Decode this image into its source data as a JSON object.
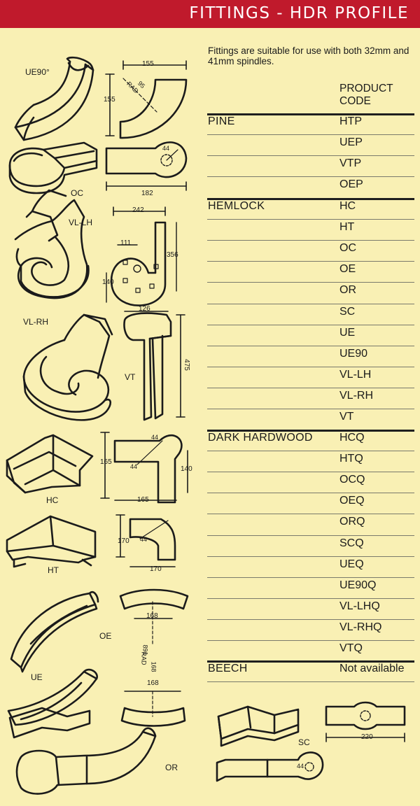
{
  "header": {
    "title": "FITTINGS - HDR PROFILE"
  },
  "intro": "Fittings are suitable for use with both 32mm and 41mm spindles.",
  "table": {
    "column_header_line1": "PRODUCT",
    "column_header_line2": "CODE",
    "groups": [
      {
        "name": "PINE",
        "codes": [
          "HTP",
          "UEP",
          "VTP",
          "OEP"
        ]
      },
      {
        "name": "HEMLOCK",
        "codes": [
          "HC",
          "HT",
          "OC",
          "OE",
          "OR",
          "SC",
          "UE",
          "UE90",
          "VL-LH",
          "VL-RH",
          "VT"
        ]
      },
      {
        "name": "DARK HARDWOOD",
        "codes": [
          "HCQ",
          "HTQ",
          "OCQ",
          "OEQ",
          "ORQ",
          "SCQ",
          "UEQ",
          "UE90Q",
          "VL-LHQ",
          "VL-RHQ",
          "VTQ"
        ]
      },
      {
        "name": "BEECH",
        "codes": [
          "Not available"
        ]
      }
    ]
  },
  "diagram_labels": {
    "ue90": "UE90°",
    "oc": "OC",
    "vl_lh": "VL-LH",
    "vl_rh": "VL-RH",
    "vt": "VT",
    "hc": "HC",
    "ht": "HT",
    "oe": "OE",
    "ue": "UE",
    "or": "OR",
    "sc": "SC"
  },
  "dimensions": {
    "ue90_width": "155",
    "ue90_height": "155",
    "ue90_rad": "95",
    "rad_word": "RAD",
    "oc_hole": "44",
    "oc_length": "182",
    "vl_width": "242",
    "vl_inner": "111",
    "vl_height": "356",
    "vl_bottom": "140",
    "vt_width": "126",
    "vt_height": "475",
    "hc_height": "165",
    "hc_width": "165",
    "hc_side": "140",
    "hc_corner": "44",
    "hc_inner": "44",
    "ht_height": "170",
    "ht_width": "170",
    "ht_inner": "44",
    "oe_chord": "168",
    "oe_rad": "891",
    "ue_rad": "168",
    "ue_chord": "168",
    "sc_length": "220",
    "sc_hole": "44"
  },
  "colors": {
    "banner": "#c01a2c",
    "background": "#f9f0b4",
    "ink": "#1b1b1b"
  }
}
